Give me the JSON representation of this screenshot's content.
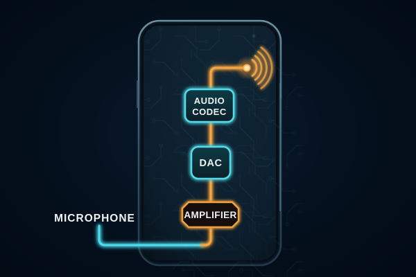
{
  "scene": {
    "type": "audio-signal-path-illustration",
    "device": "smartphone",
    "background": "#04101d",
    "colors": {
      "cyan_accent": "#4fdcef",
      "orange_accent": "#f4a846",
      "text": "#eef3f5",
      "phone_frame": "#51707f",
      "screen": "#0e2130"
    }
  },
  "labels": {
    "microphone": "MICROPHONE",
    "audio_codec_line1": "AUDIO",
    "audio_codec_line2": "CODEC",
    "dac": "DAC",
    "amplifier": "AMPLIFIER"
  },
  "icons": {
    "speaker_output": "sound-wave-arcs",
    "signal_dot": "glowing-dot"
  },
  "connections": [
    {
      "from": "MICROPHONE",
      "to": "AMPLIFIER",
      "wire_color": "#4fdcef"
    },
    {
      "from": "AMPLIFIER",
      "to": "DAC",
      "wire_color": "#f4a846"
    },
    {
      "from": "DAC",
      "to": "AUDIO CODEC",
      "wire_color": "#f4a846"
    },
    {
      "from": "AUDIO CODEC",
      "to": "speaker-output-dot",
      "wire_color": "#f4a846"
    }
  ]
}
